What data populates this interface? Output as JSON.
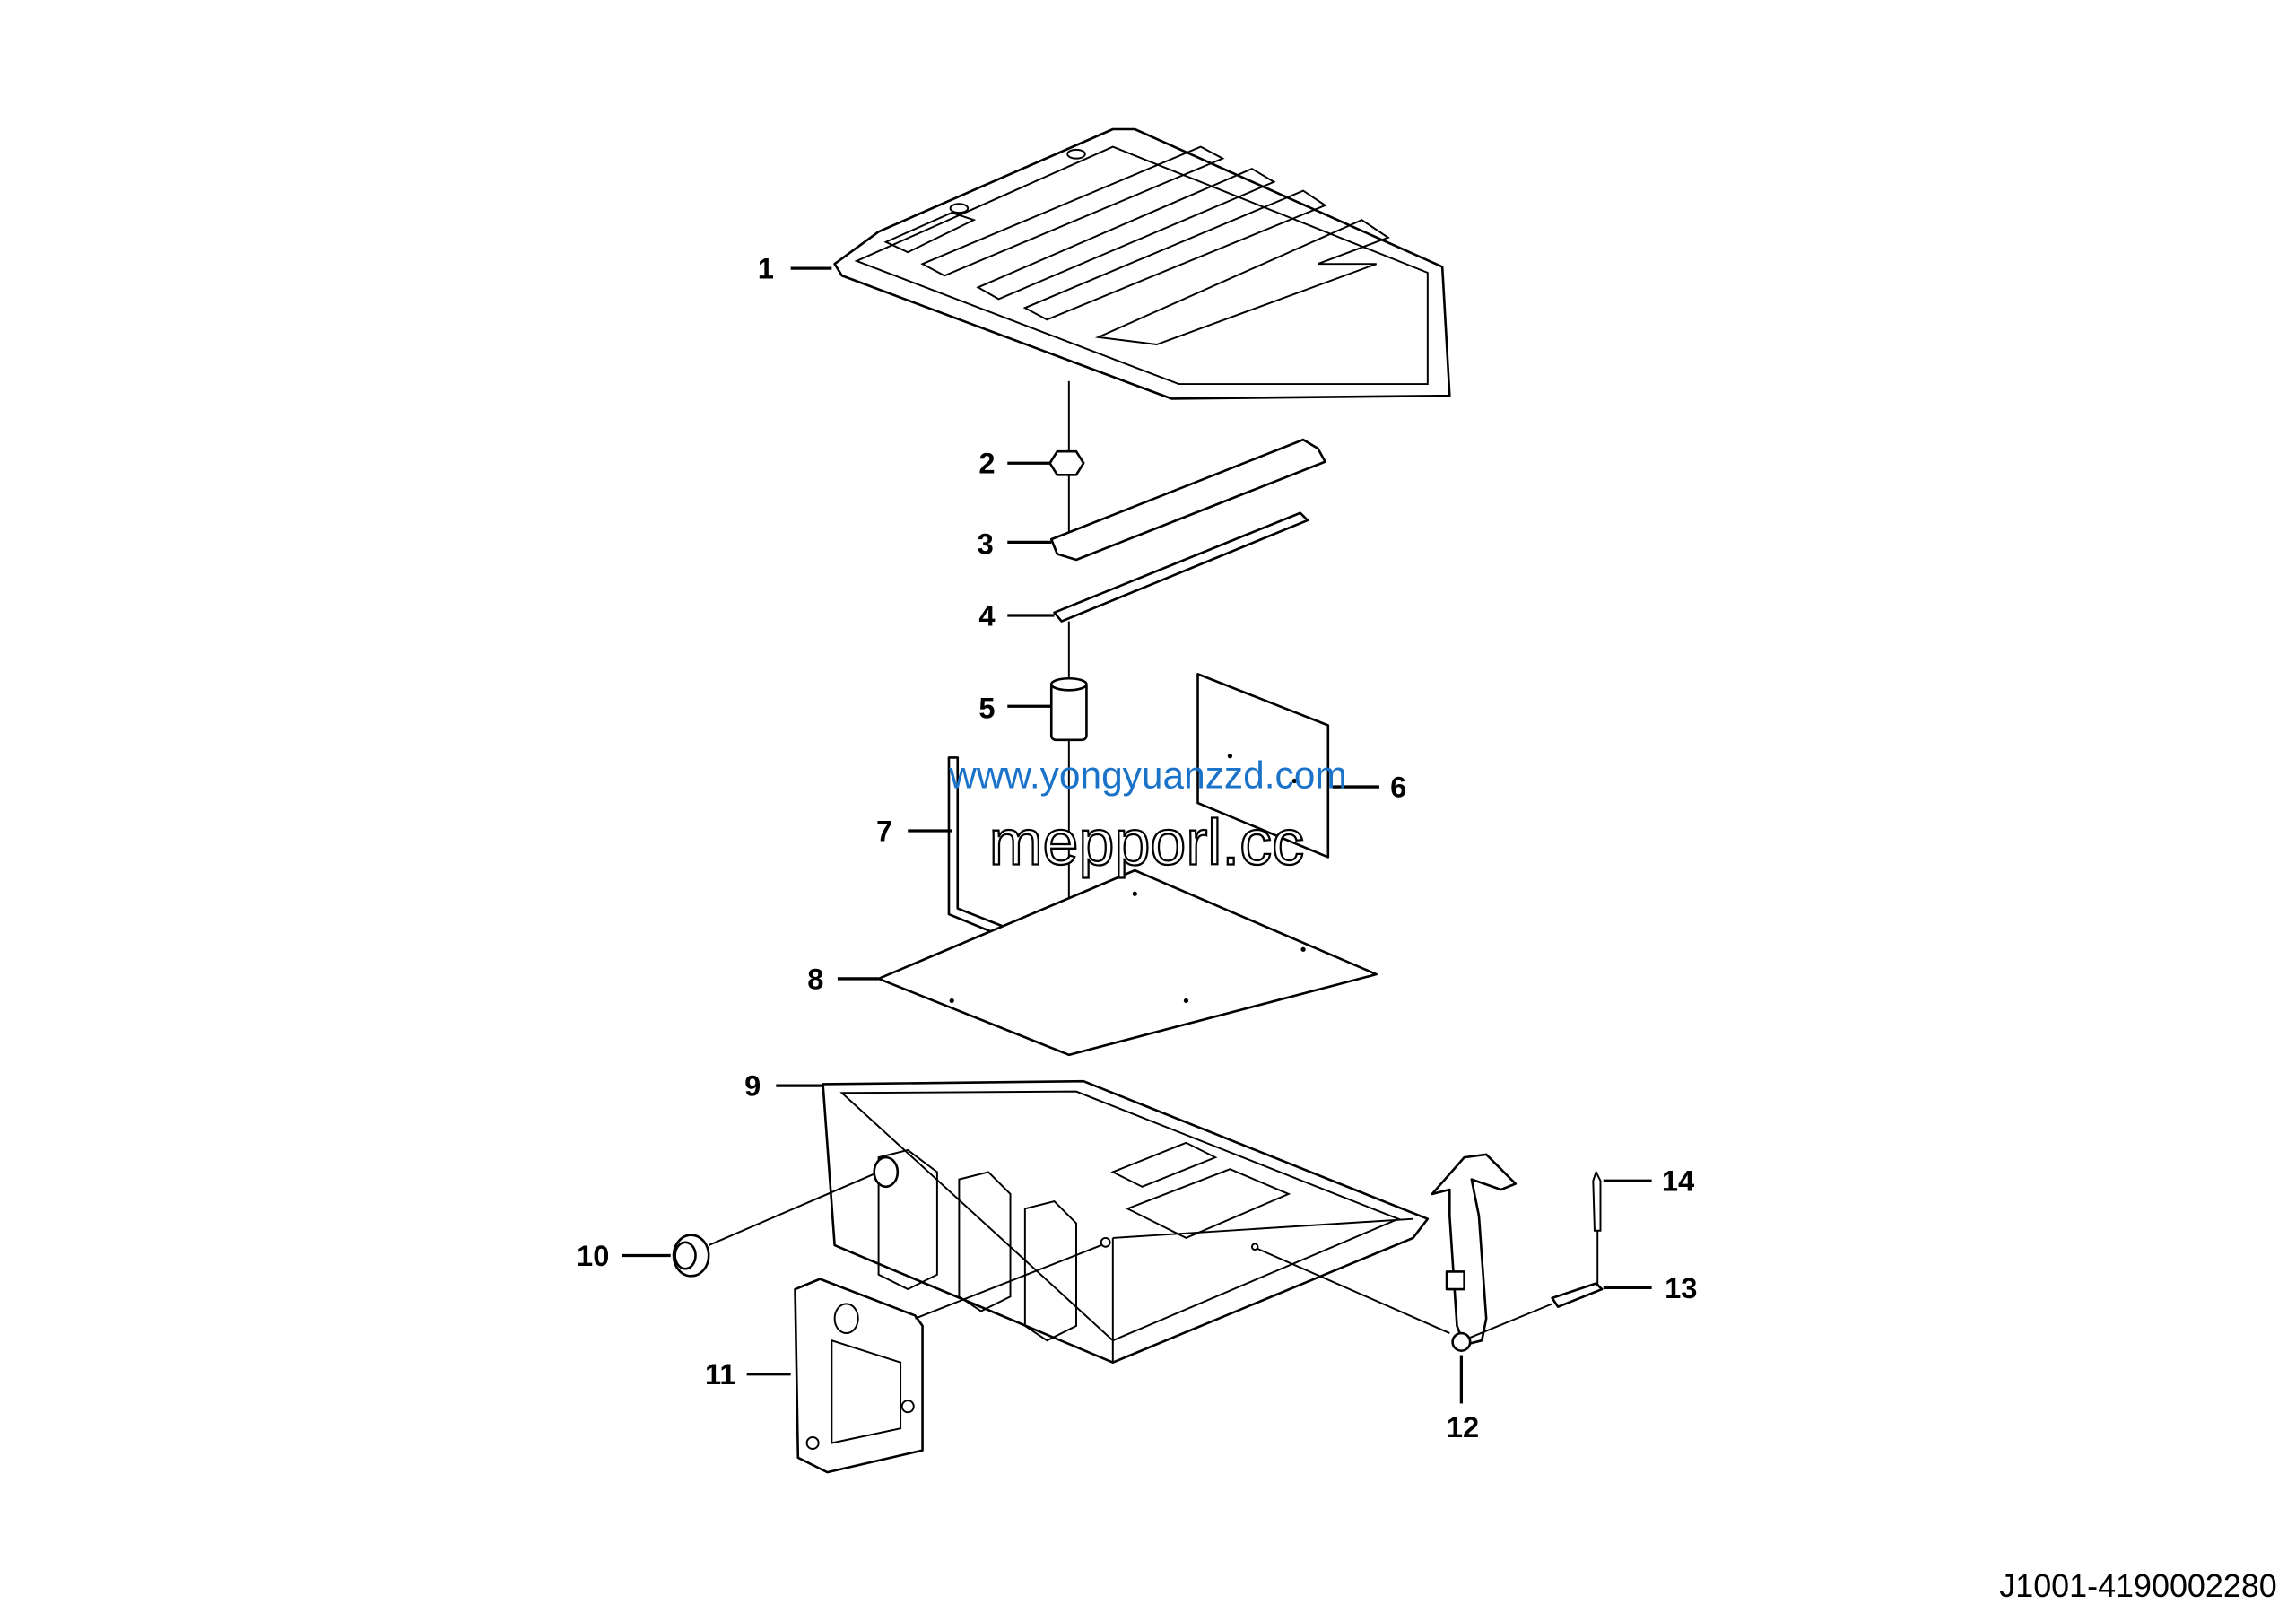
{
  "drawing": {
    "callouts": [
      "1",
      "2",
      "3",
      "4",
      "5",
      "6",
      "7",
      "8",
      "9",
      "10",
      "11",
      "12",
      "13",
      "14"
    ],
    "drawing_number": "J1001-4190002280"
  },
  "watermarks": {
    "outline_text": "mepporl.cc",
    "url_text": "www.yongyuanzzd.com",
    "url_color": "#1a73c8"
  }
}
